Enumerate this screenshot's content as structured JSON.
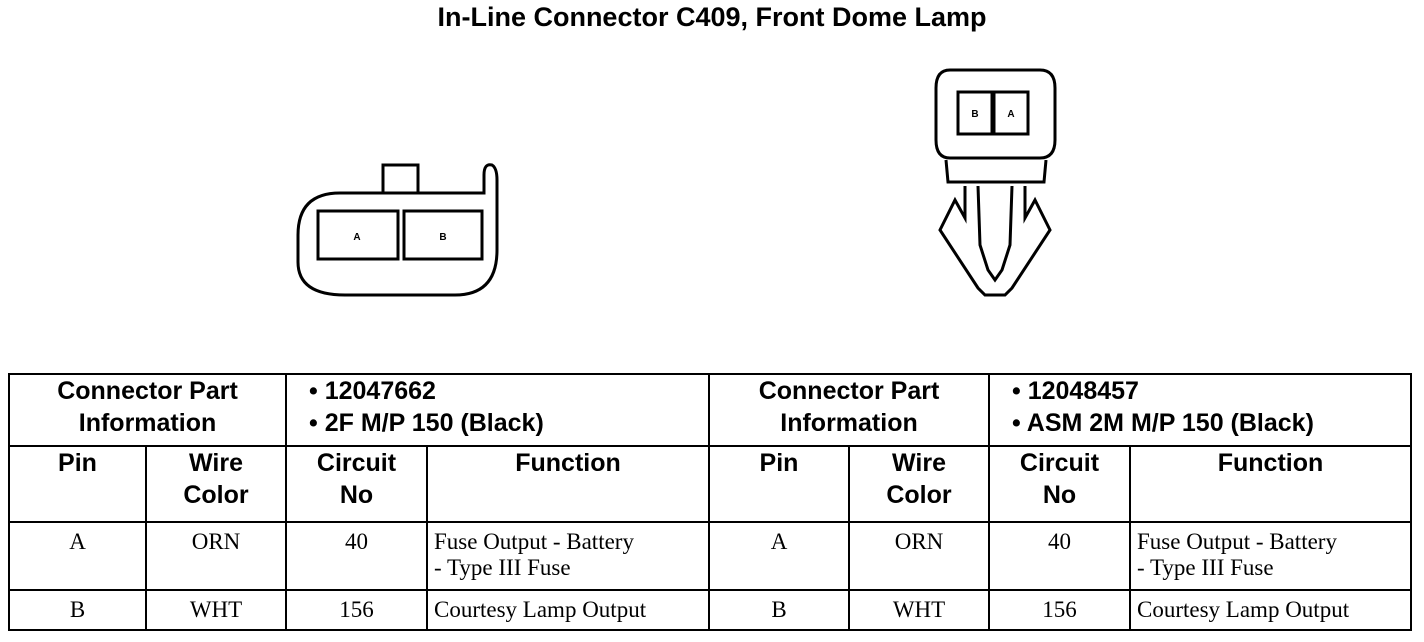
{
  "title": "In-Line Connector C409, Front Dome Lamp",
  "left_connector": {
    "pin_labels": [
      "A",
      "B"
    ]
  },
  "right_connector": {
    "pin_labels": [
      "B",
      "A"
    ]
  },
  "table": {
    "left": {
      "part_info_label": [
        "Connector Part",
        "Information"
      ],
      "part_info_values": [
        "• 12047662",
        "• 2F M/P 150 (Black)"
      ],
      "col_headers": {
        "pin": "Pin",
        "wire_color": [
          "Wire",
          "Color"
        ],
        "circuit_no": [
          "Circuit",
          "No"
        ],
        "function": "Function"
      },
      "rows": [
        {
          "pin": "A",
          "wire_color": "ORN",
          "circuit_no": "40",
          "function": [
            "Fuse Output - Battery",
            "- Type III Fuse"
          ]
        },
        {
          "pin": "B",
          "wire_color": "WHT",
          "circuit_no": "156",
          "function": [
            "Courtesy Lamp Output"
          ]
        }
      ]
    },
    "right": {
      "part_info_label": [
        "Connector Part",
        "Information"
      ],
      "part_info_values": [
        "• 12048457",
        "• ASM 2M M/P 150 (Black)"
      ],
      "col_headers": {
        "pin": "Pin",
        "wire_color": [
          "Wire",
          "Color"
        ],
        "circuit_no": [
          "Circuit",
          "No"
        ],
        "function": "Function"
      },
      "rows": [
        {
          "pin": "A",
          "wire_color": "ORN",
          "circuit_no": "40",
          "function": [
            "Fuse Output - Battery",
            "- Type III Fuse"
          ]
        },
        {
          "pin": "B",
          "wire_color": "WHT",
          "circuit_no": "156",
          "function": [
            "Courtesy Lamp Output"
          ]
        }
      ]
    }
  }
}
